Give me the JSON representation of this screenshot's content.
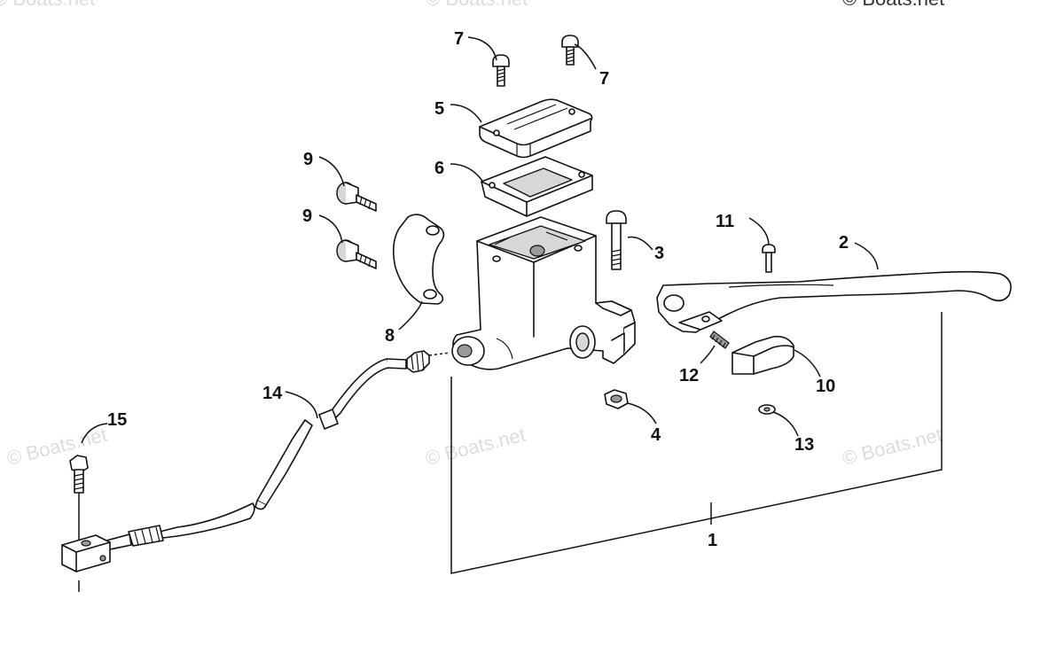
{
  "watermarks": [
    "© Boats.net",
    "© Boats.net",
    "© Boats.net",
    "© Boats.net",
    "© Boats.net",
    "© Boats.net"
  ],
  "callouts": {
    "c1": "1",
    "c2": "2",
    "c3": "3",
    "c4": "4",
    "c5": "5",
    "c6": "6",
    "c7a": "7",
    "c7b": "7",
    "c8": "8",
    "c9a": "9",
    "c9b": "9",
    "c10": "10",
    "c11": "11",
    "c12": "12",
    "c13": "13",
    "c14": "14",
    "c15": "15"
  }
}
